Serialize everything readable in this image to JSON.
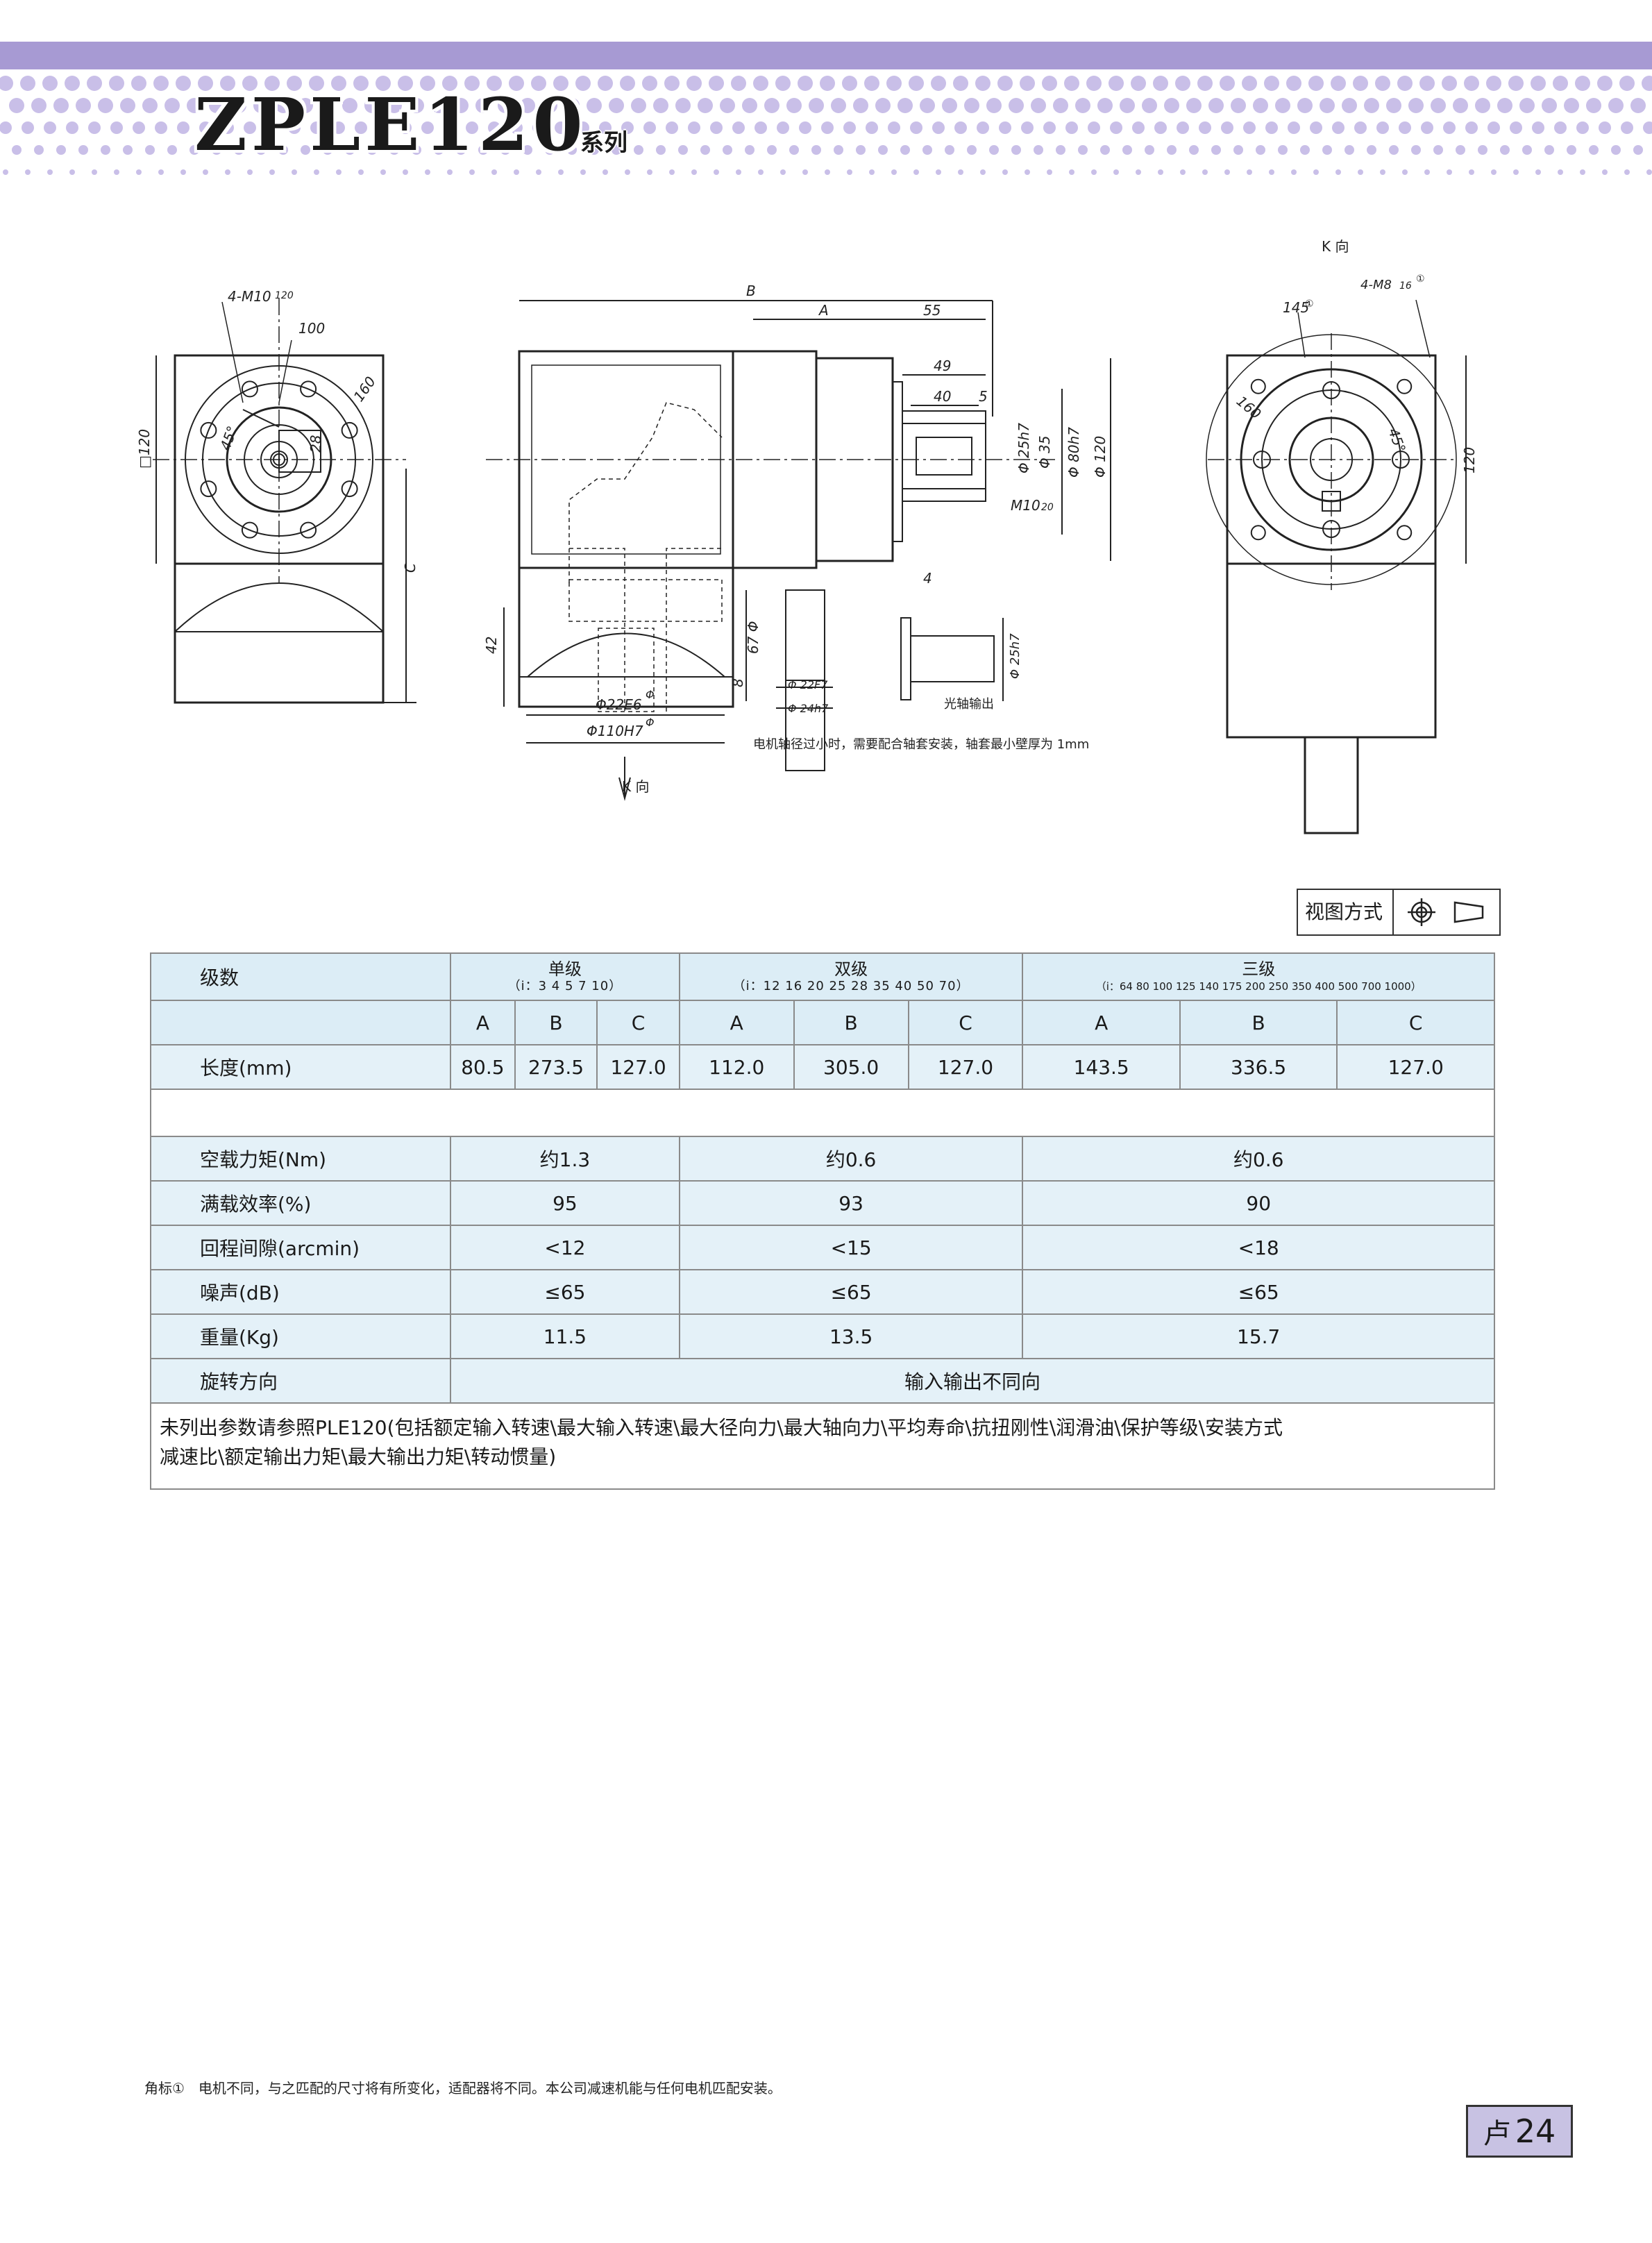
{
  "banner": {
    "title": "ZPLE120",
    "subtitle": "系列"
  },
  "drawing": {
    "front_view": {
      "holes": "4-M10",
      "depth": "120",
      "d100": "100",
      "d160": "160",
      "side": "□120",
      "a45": "45°",
      "dim28": "28",
      "dimC": "C"
    },
    "side_view": {
      "B": "B",
      "A": "A",
      "d55": "55",
      "d49": "49",
      "d40": "40",
      "d5": "5",
      "d25h7": "Φ 25h7",
      "d35": "Φ 35",
      "d80h7": "Φ 80h7",
      "d120": "Φ 120",
      "m10": "M10",
      "m10depth": "20",
      "d4": "4",
      "d42": "42",
      "d67": "67 Φ",
      "d8": "8",
      "d22e6": "Φ22E6",
      "d110h7": "Φ110H7",
      "phi_mark": "Φ",
      "kdir": "K 向"
    },
    "sleeve": {
      "d22f7": "Φ 22F7",
      "d24h7": "Φ 24h7",
      "note": "电机轴径过小时，需要配合轴套安装，轴套最小壁厚为 1mm"
    },
    "shaft": {
      "d25h7": "Φ 25h7",
      "label": "光轴输出"
    },
    "k_view": {
      "title": "K 向",
      "holes": "4-M8",
      "depth": "16",
      "d145": "145",
      "mark1": "①",
      "d160": "160",
      "a45": "45°",
      "d120": "120"
    }
  },
  "view_method": {
    "label": "视图方式"
  },
  "table": {
    "stage_label": "级数",
    "groups": [
      {
        "name": "单级",
        "ratios": "（i：3 4 5 7 10）"
      },
      {
        "name": "双级",
        "ratios": "（i：12 16 20 25 28 35 40 50 70）"
      },
      {
        "name": "三级",
        "ratios": "（i：64 80 100 125 140 175 200 250 350 400 500 700 1000）"
      }
    ],
    "cols": [
      "A",
      "B",
      "C",
      "A",
      "B",
      "C",
      "A",
      "B",
      "C"
    ],
    "length": {
      "label": "长度(mm)",
      "values": [
        "80.5",
        "273.5",
        "127.0",
        "112.0",
        "305.0",
        "127.0",
        "143.5",
        "336.5",
        "127.0"
      ]
    },
    "rows": [
      {
        "label": "空载力矩(Nm)",
        "values": [
          "约1.3",
          "约0.6",
          "约0.6"
        ]
      },
      {
        "label": "满载效率(%)",
        "values": [
          "95",
          "93",
          "90"
        ]
      },
      {
        "label": "回程间隙(arcmin)",
        "values": [
          "<12",
          "<15",
          "<18"
        ]
      },
      {
        "label": "噪声(dB)",
        "values": [
          "≤65",
          "≤65",
          "≤65"
        ]
      },
      {
        "label": "重量(Kg)",
        "values": [
          "11.5",
          "13.5",
          "15.7"
        ]
      }
    ],
    "rotation": {
      "label": "旋转方向",
      "value": "输入输出不同向"
    },
    "note_line1": "未列出参数请参照PLE120(包括额定输入转速\\最大输入转速\\最大径向力\\最大轴向力\\平均寿命\\抗扭刚性\\润滑油\\保护等级\\安装方式",
    "note_line2": "减速比\\额定输出力矩\\最大输出力矩\\转动惯量)"
  },
  "footnote": "角标①　电机不同，与之匹配的尺寸将有所变化，适配器将不同。本公司减速机能与任何电机匹配安装。",
  "page": {
    "number": "24",
    "icon": "卢"
  },
  "colors": {
    "banner": "#a79ad3",
    "dots": "#c9bfe8",
    "table_header": "#dcedf6",
    "table_row": "#e4f1f8",
    "page_box": "#c8c2e3"
  }
}
